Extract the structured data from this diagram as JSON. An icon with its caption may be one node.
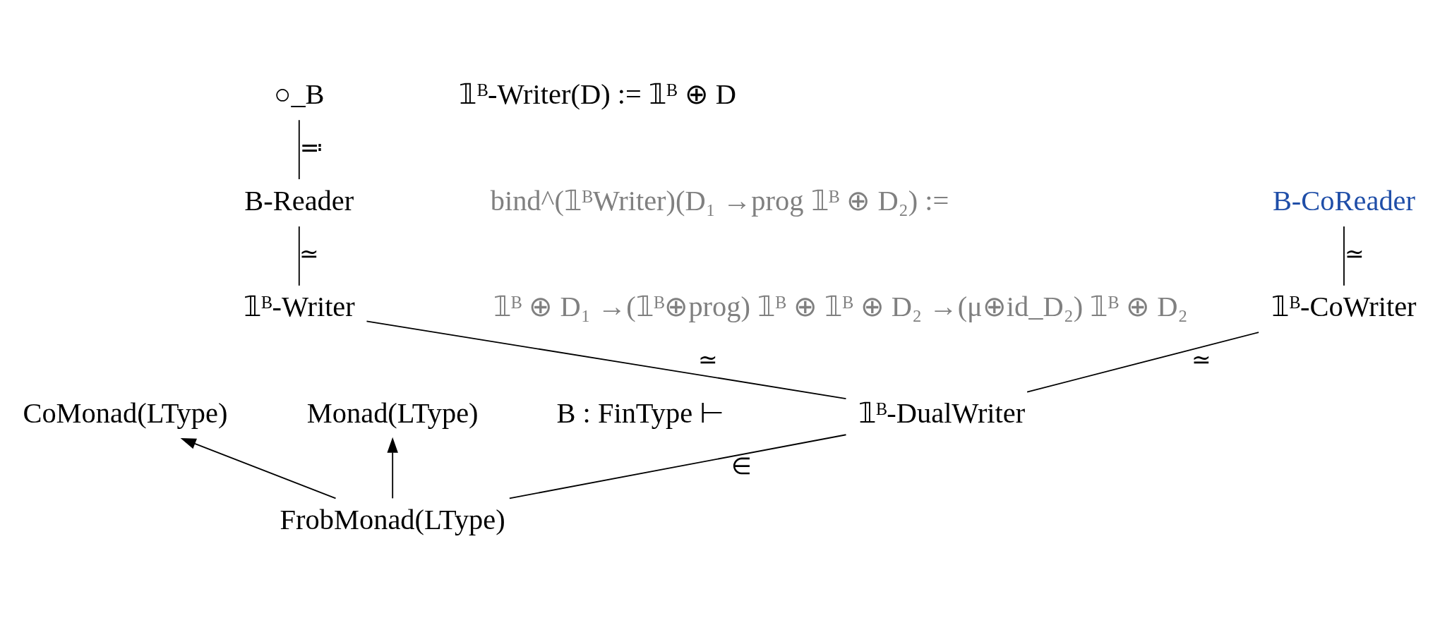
{
  "diagram": {
    "nodes": [
      {
        "text": [
          "○_B"
        ]
      },
      {
        "text": [
          "B-CoReader"
        ]
      },
      {
        "text": [
          "B-Reader"
        ]
      },
      {
        "text": [
          "𝟙ᴮ-CoWriter"
        ]
      },
      {
        "text": [
          "𝟙ᴮ-Writer"
        ]
      },
      {
        "text": [
          "𝟙ᴮ-DualWriter"
        ]
      },
      {
        "text": [
          "CoMonad(LType)"
        ]
      },
      {
        "text": [
          "Monad(LType)"
        ]
      },
      {
        "text": [
          "FrobMonad(LType)"
        ]
      }
    ],
    "edges": [
      {
        "from": 0,
        "to": 2,
        "arrow": "none",
        "label": "≕"
      },
      {
        "from": 1,
        "to": 3,
        "arrow": "none",
        "label": "≃"
      },
      {
        "from": 2,
        "to": 4,
        "arrow": "none",
        "label": "≃"
      },
      {
        "from": 3,
        "to": 5,
        "arrow": "none",
        "label": "≃"
      },
      {
        "from": 4,
        "to": 5,
        "arrow": "none",
        "label": "≃"
      },
      {
        "from": 5,
        "to": 8,
        "arrow": "none",
        "label": "∈"
      },
      {
        "from": 8,
        "to": 6,
        "arrow": "to"
      },
      {
        "from": 8,
        "to": 7,
        "arrow": "to"
      }
    ],
    "labels": [
      "B : FinType ⊢",
      "𝟙ᴮ-Writer(D) := 𝟙ᴮ ⊕ D",
      "bind^(𝟙ᴮWriter)(D₁ →prog 𝟙ᴮ ⊕ D₂) :=",
      "𝟙ᴮ ⊕ D₁ →(𝟙ᴮ⊕prog) 𝟙ᴮ ⊕ 𝟙ᴮ ⊕ D₂ →(μ⊕id_D₂) 𝟙ᴮ ⊕ D₂"
    ]
  }
}
